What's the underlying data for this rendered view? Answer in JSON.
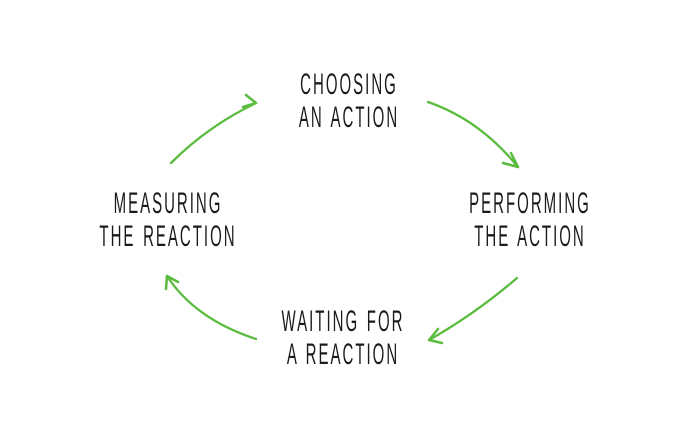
{
  "diagram": {
    "type": "cycle",
    "steps": [
      {
        "id": "choosing",
        "line1": "CHOOSING",
        "line2": "AN ACTION"
      },
      {
        "id": "performing",
        "line1": "PERFORMING",
        "line2": "THE ACTION"
      },
      {
        "id": "waiting",
        "line1": "WAITING FOR",
        "line2": "A REACTION"
      },
      {
        "id": "measuring",
        "line1": "MEASURING",
        "line2": "THE REACTION"
      }
    ],
    "arrows": [
      {
        "from": "measuring",
        "to": "choosing"
      },
      {
        "from": "choosing",
        "to": "performing"
      },
      {
        "from": "performing",
        "to": "waiting"
      },
      {
        "from": "waiting",
        "to": "measuring"
      }
    ],
    "direction": "clockwise"
  },
  "colors": {
    "arrow-green": "#5abc3e",
    "text-dark": "#1b1b1b",
    "background": "#ffffff"
  }
}
